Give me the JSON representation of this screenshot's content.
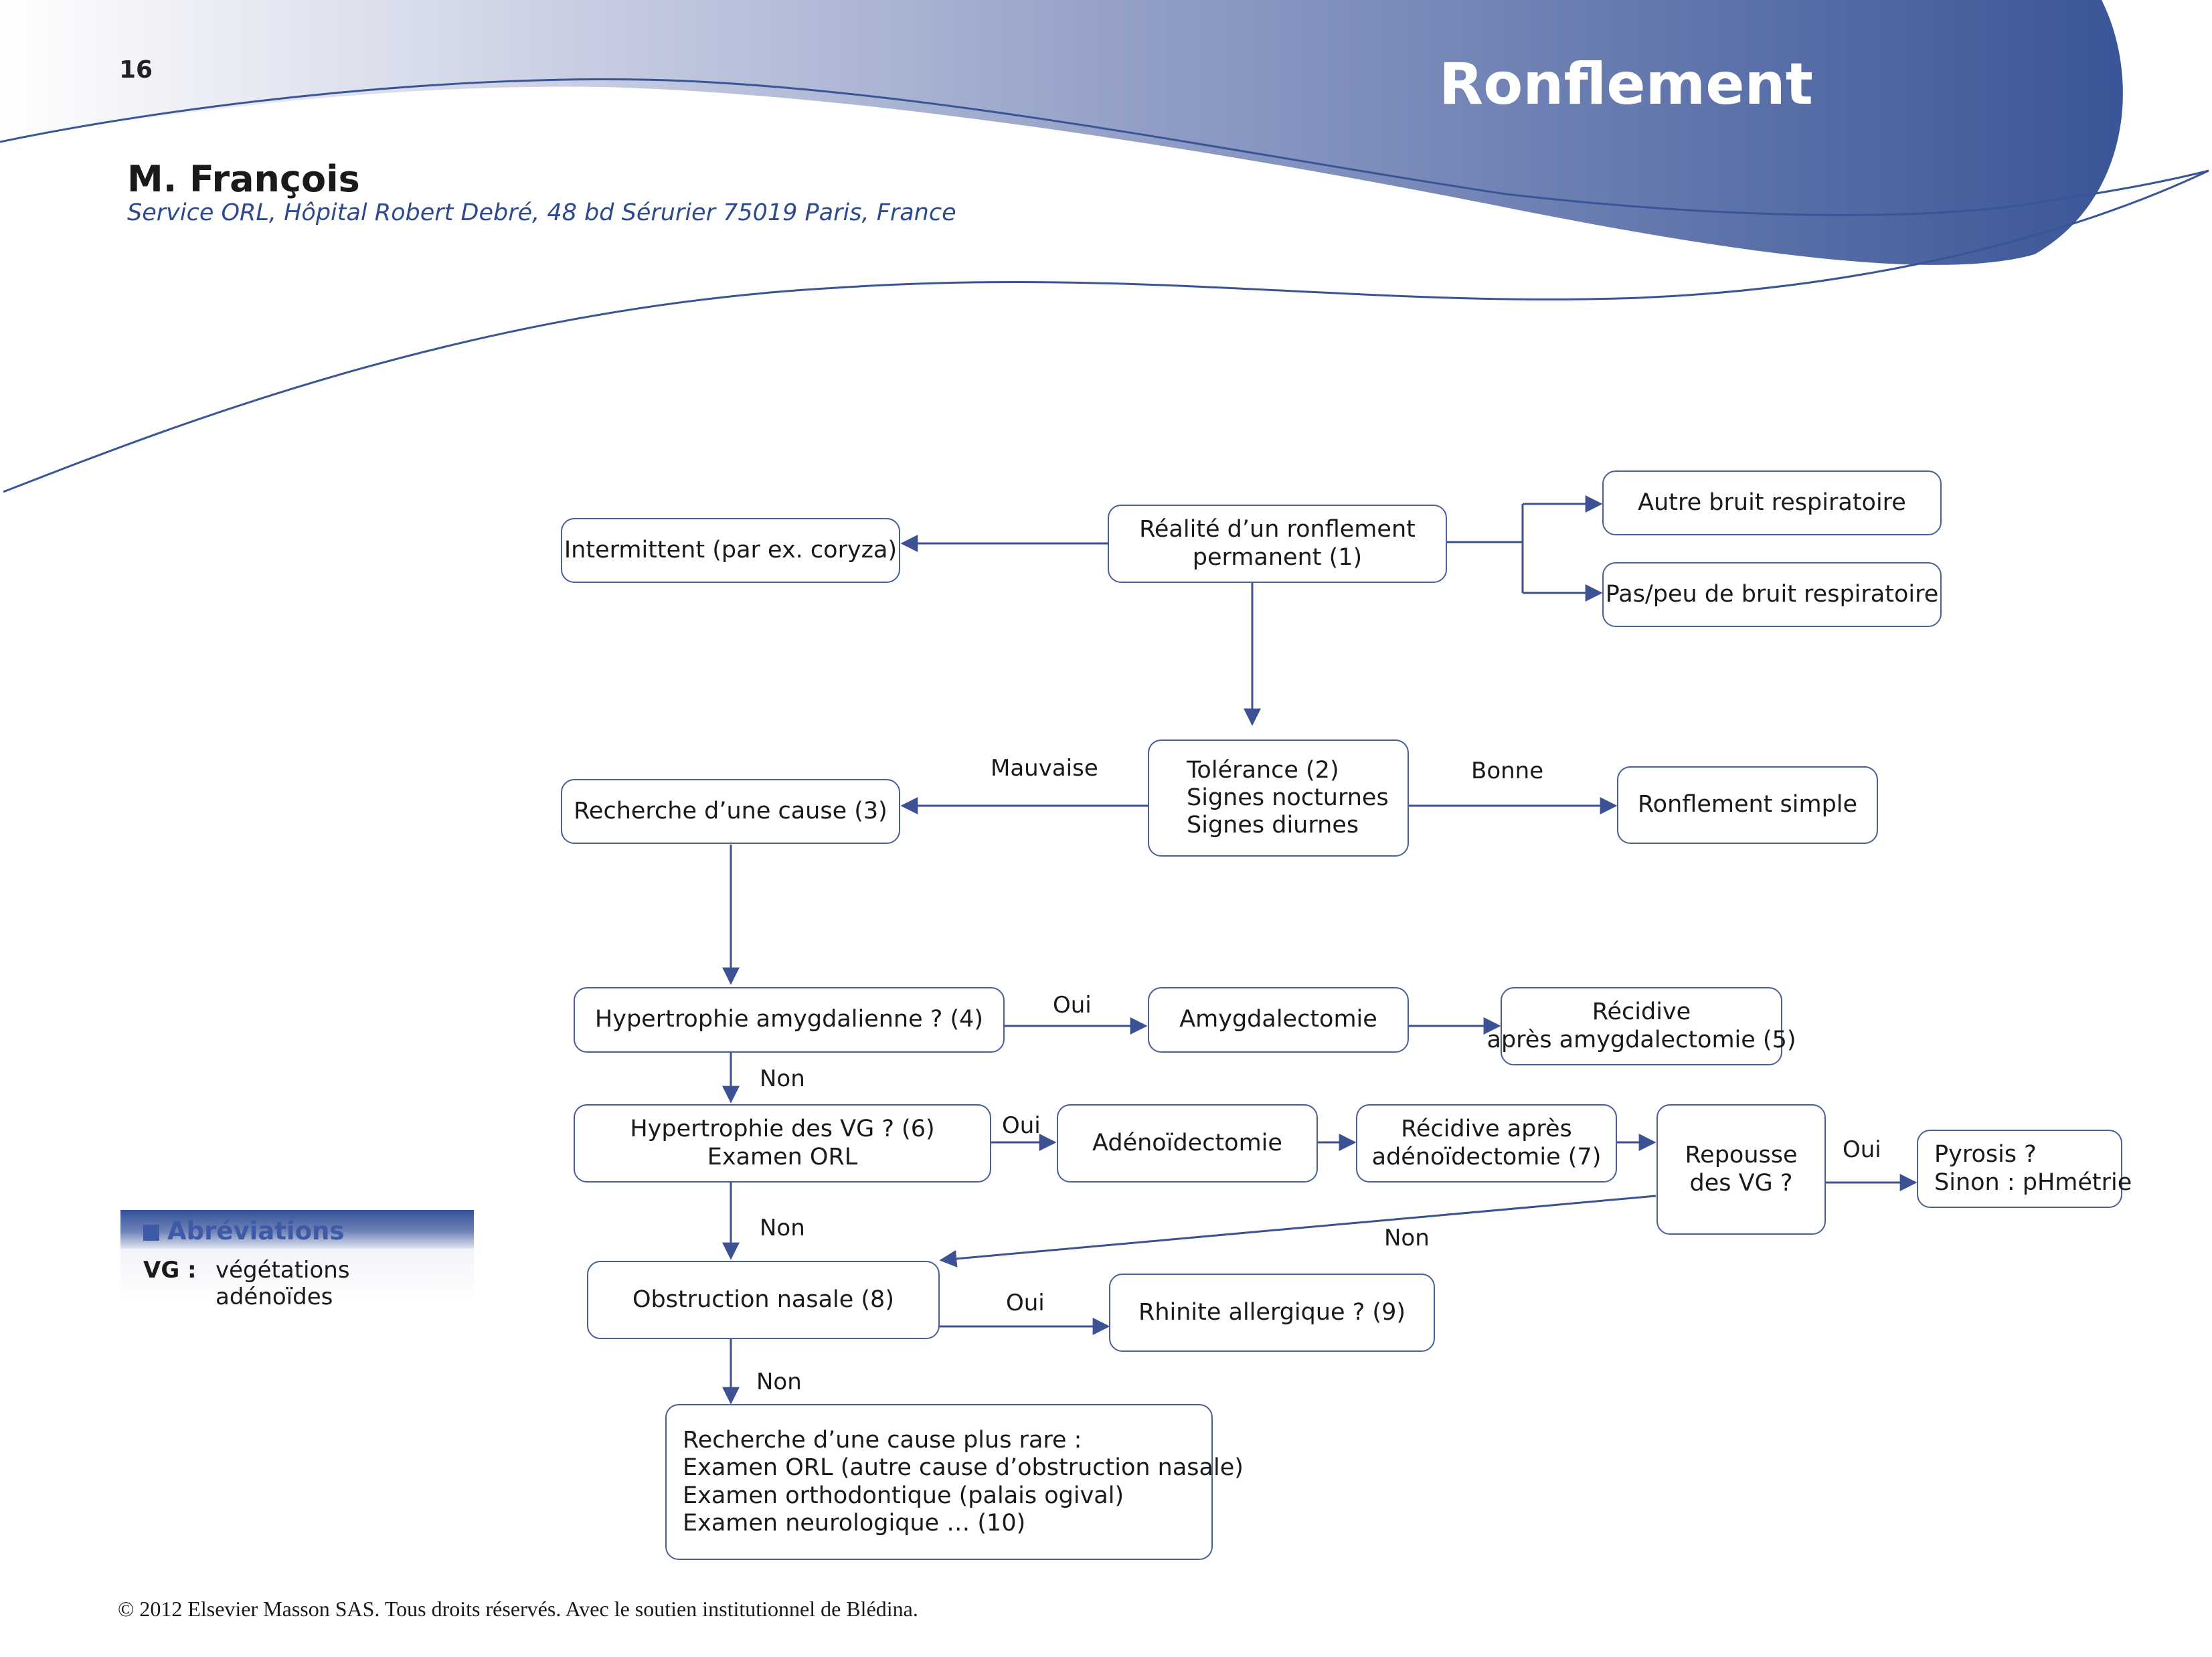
{
  "header": {
    "page_number": "16",
    "title": "Ronflement",
    "author": "M. François",
    "affiliation": "Service ORL, Hôpital Robert Debré, 48 bd Sérurier 75019 Paris, France"
  },
  "colors": {
    "brand_blue": "#3a5597",
    "box_border": "#4a5e9a",
    "arrow": "#3d5294"
  },
  "flowchart": {
    "realite": [
      "Réalité d’un ronflement",
      "permanent (1)"
    ],
    "intermittent": "Intermittent (par ex. coryza)",
    "autre_bruit": "Autre bruit respiratoire",
    "pas_peu": "Pas/peu de bruit respiratoire",
    "tolerance": [
      "Tolérance (2)",
      "Signes nocturnes",
      "Signes diurnes"
    ],
    "recherche_cause": "Recherche d’une cause (3)",
    "ronflement_simple": "Ronflement simple",
    "hypertrophie_amygdalienne": "Hypertrophie amygdalienne ? (4)",
    "amygdalectomie": "Amygdalectomie",
    "recidive_amygdalectomie": [
      "Récidive",
      "après amygdalectomie (5)"
    ],
    "hypertrophie_vg": [
      "Hypertrophie des VG ? (6)",
      "Examen ORL"
    ],
    "adenoidectomie": "Adénoïdectomie",
    "recidive_adenoidectomie": [
      "Récidive après",
      "adénoïdectomie (7)"
    ],
    "repousse_vg": [
      "Repousse",
      "des VG ?"
    ],
    "pyrosis": [
      "Pyrosis ?",
      "Sinon : pHmétrie"
    ],
    "obstruction_nasale": "Obstruction nasale (8)",
    "rhinite": "Rhinite allergique ? (9)",
    "cause_rare": [
      "Recherche d’une cause plus rare :",
      "Examen ORL (autre cause d’obstruction nasale)",
      "Examen orthodontique (palais ogival)",
      "Examen neurologique … (10)"
    ]
  },
  "edge_labels": {
    "mauvaise": "Mauvaise",
    "bonne": "Bonne",
    "oui": "Oui",
    "non": "Non"
  },
  "abbreviations": {
    "title": "Abréviations",
    "items": [
      {
        "term": "VG :",
        "definition": "végétations adénoïdes"
      }
    ]
  },
  "footer": "© 2012 Elsevier Masson SAS. Tous droits réservés. Avec le soutien institutionnel de Blédina."
}
